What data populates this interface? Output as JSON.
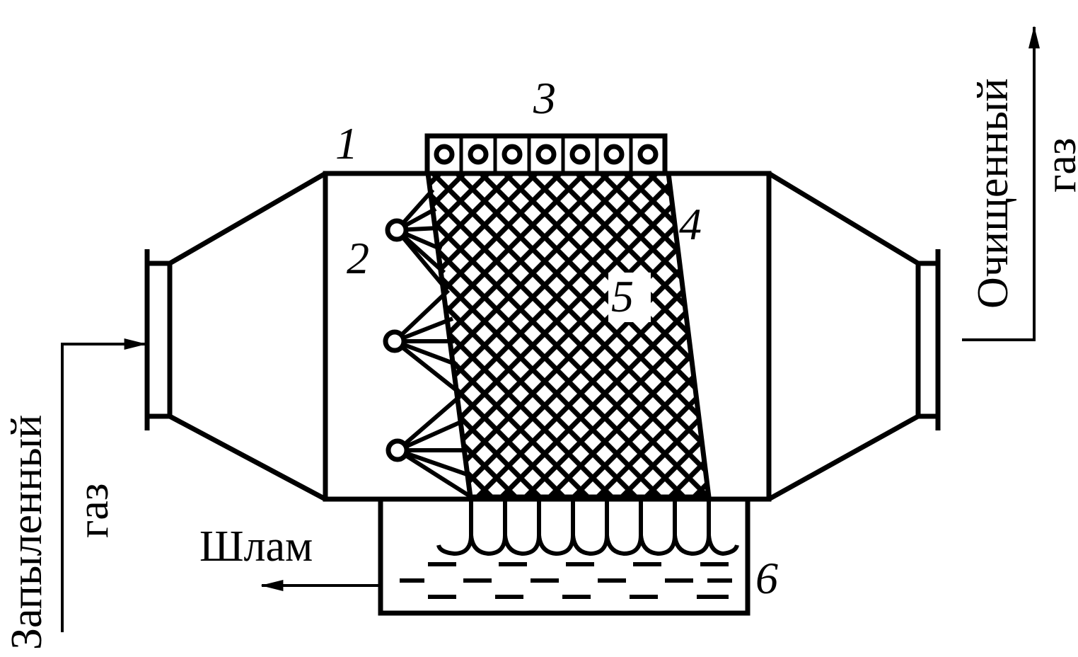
{
  "labels": {
    "n1": "1",
    "n2": "2",
    "n3": "3",
    "n4": "4",
    "n5": "5",
    "n6": "6",
    "inlet_word1": "Запыленный",
    "inlet_word2": "газ",
    "outlet_word1": "Очищенный",
    "outlet_word2": "газ",
    "sludge": "Шлам"
  },
  "colors": {
    "ink": "#000000",
    "paper": "#ffffff"
  }
}
